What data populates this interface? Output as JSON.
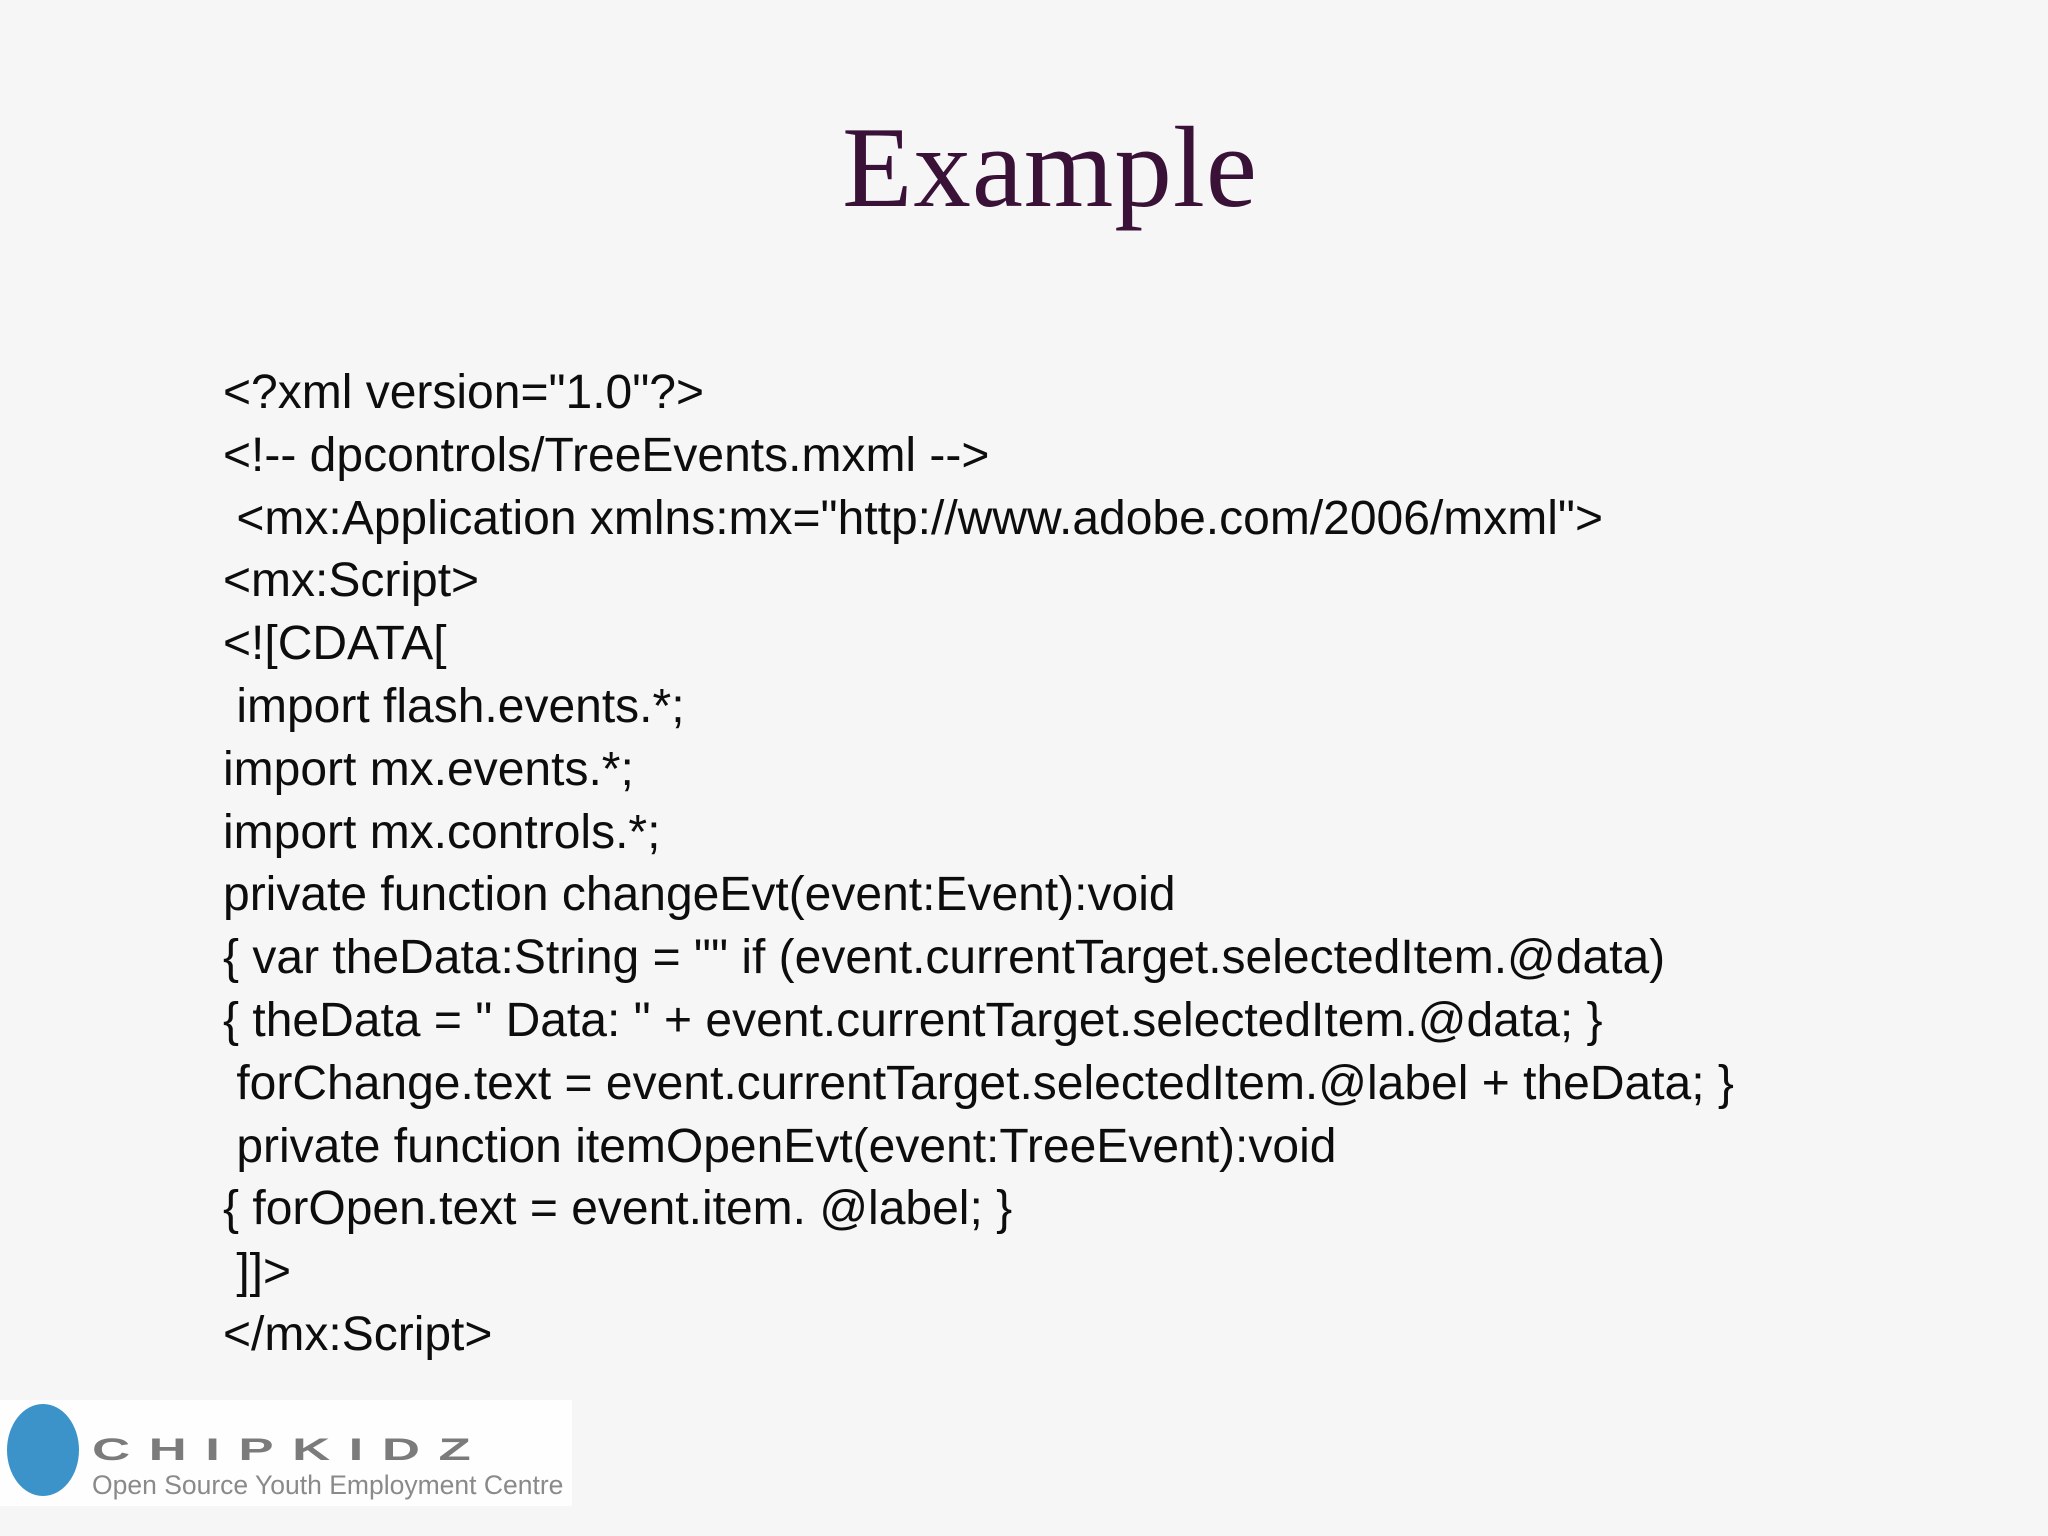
{
  "slide": {
    "title": "Example",
    "background_color": "#f7f6f7",
    "title_color": "#3a1238",
    "code_text_color": "#0d0d0d"
  },
  "code": {
    "lines": [
      "<?xml version=\"1.0\"?>",
      "<!-- dpcontrols/TreeEvents.mxml -->",
      " <mx:Application xmlns:mx=\"http://www.adobe.com/2006/mxml\">",
      "<mx:Script>",
      "<![CDATA[",
      " import flash.events.*;",
      "import mx.events.*;",
      "import mx.controls.*;",
      "private function changeEvt(event:Event):void",
      "{ var theData:String = \"\" if (event.currentTarget.selectedItem.@data)",
      "{ theData = \" Data: \" + event.currentTarget.selectedItem.@data; }",
      " forChange.text = event.currentTarget.selectedItem.@label + theData; }",
      " private function itemOpenEvt(event:TreeEvent):void",
      "{ forOpen.text = event.item. @label; }",
      " ]]>",
      "</mx:Script>"
    ]
  },
  "logo": {
    "wordmark": "CHIPKIDZ",
    "tagline": "Open Source Youth Employment Centre",
    "circle_color": "#3b93c9",
    "wordmark_color": "#7b7b7b",
    "tagline_color": "#8a8a8a",
    "box_color": "#fefefe"
  }
}
